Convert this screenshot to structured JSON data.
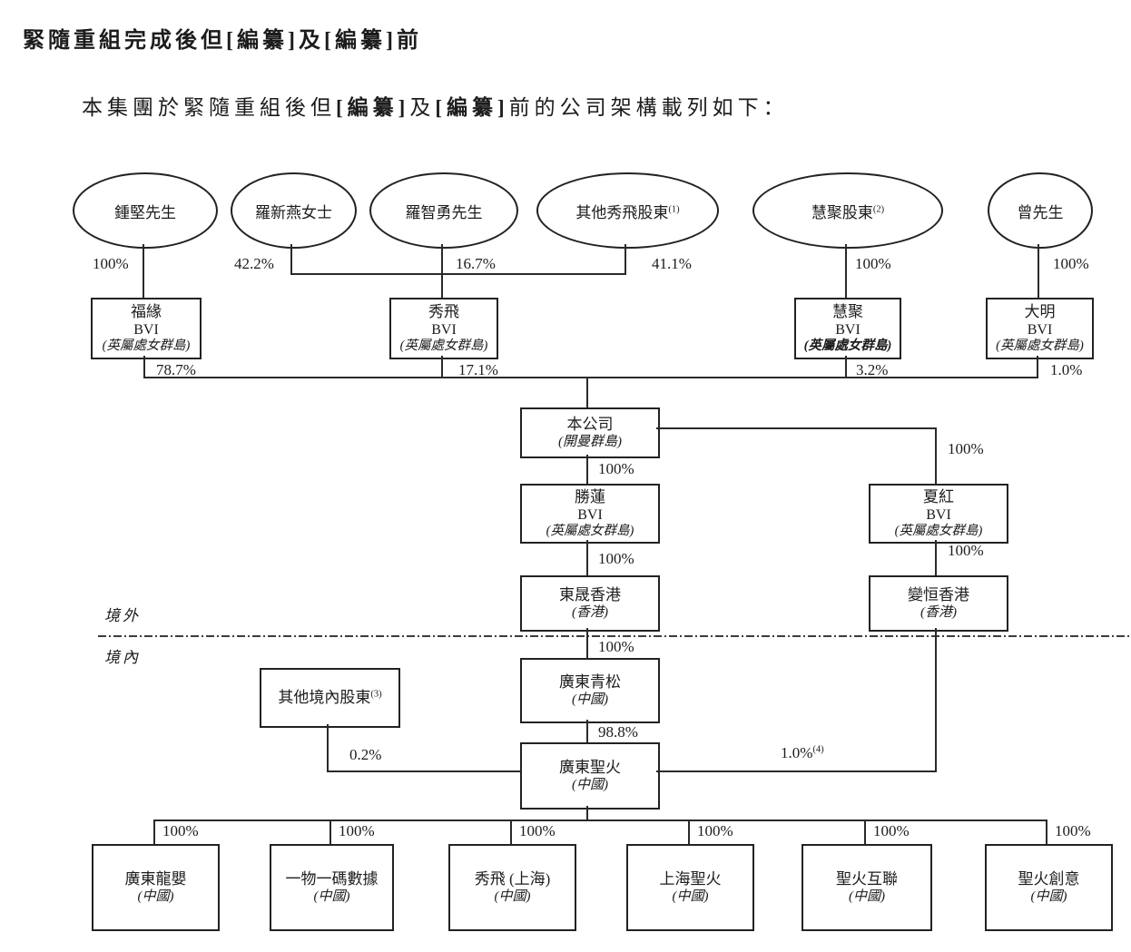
{
  "header": {
    "title": "緊隨重組完成後但[編纂]及[編纂]前",
    "subtitle": {
      "p1": "本集團於緊隨重組後但",
      "b1": "[編纂]",
      "p2": "及",
      "b2": "[編纂]",
      "p3": "前的公司架構載列如下："
    }
  },
  "regions": {
    "offshore": "境外",
    "onshore": "境內"
  },
  "shareholders": [
    {
      "name": "鍾堅先生",
      "note": "",
      "pct": "100%"
    },
    {
      "name": "羅新燕女士",
      "note": "",
      "pct": "42.2%"
    },
    {
      "name": "羅智勇先生",
      "note": "",
      "pct": "16.7%"
    },
    {
      "name": "其他秀飛股東",
      "note": "(1)",
      "pct": "41.1%"
    },
    {
      "name": "慧聚股東",
      "note": "(2)",
      "pct": "100%"
    },
    {
      "name": "曾先生",
      "note": "",
      "pct": "100%"
    }
  ],
  "bvi_holdcos": [
    {
      "name": "福緣",
      "reg": "BVI",
      "loc": "(英屬處女群島)",
      "pct": "78.7%"
    },
    {
      "name": "秀飛",
      "reg": "BVI",
      "loc": "(英屬處女群島)",
      "pct": "17.1%"
    },
    {
      "name": "慧聚",
      "reg": "BVI",
      "loc": "(英屬處女群島)",
      "pct": "3.2%"
    },
    {
      "name": "大明",
      "reg": "BVI",
      "loc": "(英屬處女群島)",
      "pct": "1.0%"
    }
  ],
  "company": {
    "name": "本公司",
    "loc": "(開曼群島)",
    "pct_to_shenglian": "100%",
    "pct_to_xiahong": "100%"
  },
  "shenglian": {
    "name": "勝蓮",
    "reg": "BVI",
    "loc": "(英屬處女群島)",
    "pct_down": "100%"
  },
  "xiahong": {
    "name": "夏紅",
    "reg": "BVI",
    "loc": "(英屬處女群島)",
    "pct_down": "100%"
  },
  "dongsheng": {
    "name": "東晟香港",
    "loc": "(香港)",
    "pct_down": "100%"
  },
  "bianheng": {
    "name": "變恒香港",
    "loc": "(香港)",
    "pct_down": "1.0%",
    "pct_down_note": "(4)"
  },
  "qingsong": {
    "name": "廣東青松",
    "loc": "(中國)",
    "pct_down": "98.8%"
  },
  "other_domestic": {
    "name": "其他境內股東",
    "note": "(3)",
    "pct": "0.2%"
  },
  "shenghuo": {
    "name": "廣東聖火",
    "loc": "(中國)"
  },
  "subsidiaries": [
    {
      "name": "廣東龍嬰",
      "loc": "(中國)",
      "pct": "100%"
    },
    {
      "name": "一物一碼數據",
      "loc": "(中國)",
      "pct": "100%"
    },
    {
      "name": "秀飛 (上海)",
      "loc": "(中國)",
      "pct": "100%"
    },
    {
      "name": "上海聖火",
      "loc": "(中國)",
      "pct": "100%"
    },
    {
      "name": "聖火互聯",
      "loc": "(中國)",
      "pct": "100%"
    },
    {
      "name": "聖火創意",
      "loc": "(中國)",
      "pct": "100%"
    }
  ]
}
